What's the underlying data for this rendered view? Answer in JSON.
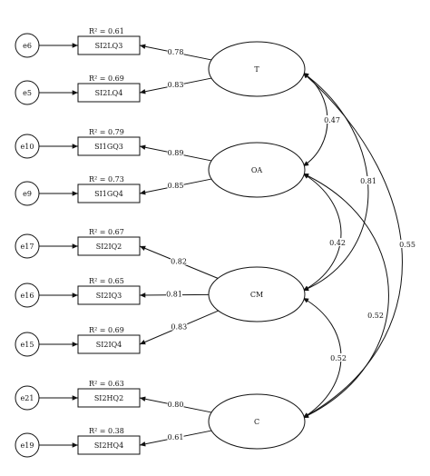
{
  "errors": [
    {
      "id": "e6",
      "label": "e6"
    },
    {
      "id": "e5",
      "label": "e5"
    },
    {
      "id": "e10",
      "label": "e10"
    },
    {
      "id": "e9",
      "label": "e9"
    },
    {
      "id": "e17",
      "label": "e17"
    },
    {
      "id": "e16",
      "label": "e16"
    },
    {
      "id": "e15",
      "label": "e15"
    },
    {
      "id": "e21",
      "label": "e21"
    },
    {
      "id": "e19",
      "label": "e19"
    }
  ],
  "indicators": [
    {
      "id": "SI2LQ3",
      "label": "SI2LQ3",
      "r2": "R² = 0.61",
      "error": "e6",
      "factor": "T",
      "loading": "0.78"
    },
    {
      "id": "SI2LQ4",
      "label": "SI2LQ4",
      "r2": "R² = 0.69",
      "error": "e5",
      "factor": "T",
      "loading": "0.83"
    },
    {
      "id": "SI1GQ3",
      "label": "SI1GQ3",
      "r2": "R² = 0.79",
      "error": "e10",
      "factor": "OA",
      "loading": "0.89"
    },
    {
      "id": "SI1GQ4",
      "label": "SI1GQ4",
      "r2": "R² = 0.73",
      "error": "e9",
      "factor": "OA",
      "loading": "0.85"
    },
    {
      "id": "SI2IQ2",
      "label": "SI2IQ2",
      "r2": "R² = 0.67",
      "error": "e17",
      "factor": "CM",
      "loading": "0.82"
    },
    {
      "id": "SI2IQ3",
      "label": "SI2IQ3",
      "r2": "R² = 0.65",
      "error": "e16",
      "factor": "CM",
      "loading": "0.81"
    },
    {
      "id": "SI2IQ4",
      "label": "SI2IQ4",
      "r2": "R² = 0.69",
      "error": "e15",
      "factor": "CM",
      "loading": "0.83"
    },
    {
      "id": "SI2HQ2",
      "label": "SI2HQ2",
      "r2": "R² = 0.63",
      "error": "e21",
      "factor": "C",
      "loading": "0.80"
    },
    {
      "id": "SI2HQ4",
      "label": "SI2HQ4",
      "r2": "R² = 0.38",
      "error": "e19",
      "factor": "C",
      "loading": "0.61"
    }
  ],
  "factors": [
    {
      "id": "T",
      "label": "T"
    },
    {
      "id": "OA",
      "label": "OA"
    },
    {
      "id": "CM",
      "label": "CM"
    },
    {
      "id": "C",
      "label": "C"
    }
  ],
  "correlations": [
    {
      "from": "T",
      "to": "OA",
      "value": "0.47"
    },
    {
      "from": "T",
      "to": "CM",
      "value": "0.81"
    },
    {
      "from": "T",
      "to": "C",
      "value": "0.55"
    },
    {
      "from": "OA",
      "to": "CM",
      "value": "0.42"
    },
    {
      "from": "OA",
      "to": "C",
      "value": "0.52"
    },
    {
      "from": "CM",
      "to": "C",
      "value": "0.52"
    }
  ]
}
